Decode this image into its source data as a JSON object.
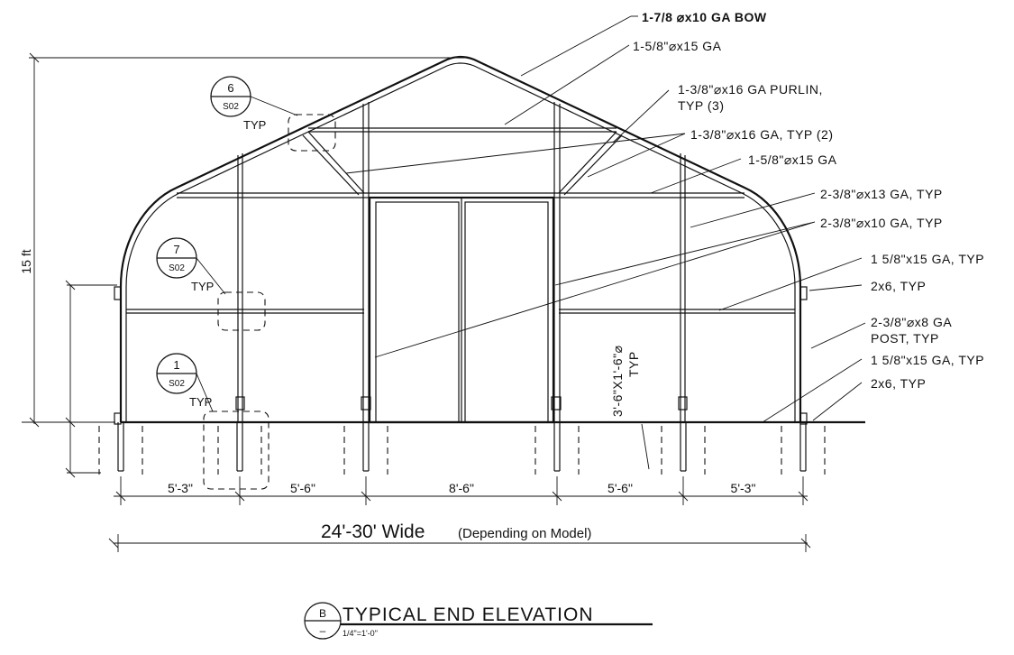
{
  "notes": {
    "bow": "1-7/8 ⌀x10 GA BOW",
    "rafter": "1-5/8\"⌀x15 GA",
    "purlin_1": "1-3/8\"⌀x16 GA PURLIN,",
    "purlin_2": "TYP (3)",
    "brace": "1-3/8\"⌀x16 GA, TYP (2)",
    "top_purlin": "1-5/8\"⌀x15 GA",
    "endwall_post_13": "2-3/8\"⌀x13 GA, TYP",
    "endwall_post_10": "2-3/8\"⌀x10 GA, TYP",
    "rail_15_upper": "1 5/8\"x15 GA, TYP",
    "twobysix_upper": "2x6, TYP",
    "post_8ga_1": "2-3/8\"⌀x8 GA",
    "post_8ga_2": "POST, TYP",
    "rail_15_lower": "1 5/8\"x15 GA, TYP",
    "twobysix_lower": "2x6, TYP",
    "footing_1": "3'-6\"X1'-6\"⌀",
    "footing_2": "TYP"
  },
  "bubbles": [
    {
      "number": "6",
      "sheet": "S02",
      "typ": "TYP"
    },
    {
      "number": "7",
      "sheet": "S02",
      "typ": "TYP"
    },
    {
      "number": "1",
      "sheet": "S02",
      "typ": "TYP"
    }
  ],
  "dimensions": {
    "height": "15 ft",
    "spans": [
      "5'-3\"",
      "5'-6\"",
      "8'-6\"",
      "5'-6\"",
      "5'-3\""
    ],
    "width_main": "24'-30' Wide",
    "width_note": "(Depending on Model)"
  },
  "title": {
    "section_letter": "B",
    "section_sheet": "–",
    "name": "TYPICAL  END  ELEVATION",
    "scale": "1/4\"=1'-0\""
  }
}
